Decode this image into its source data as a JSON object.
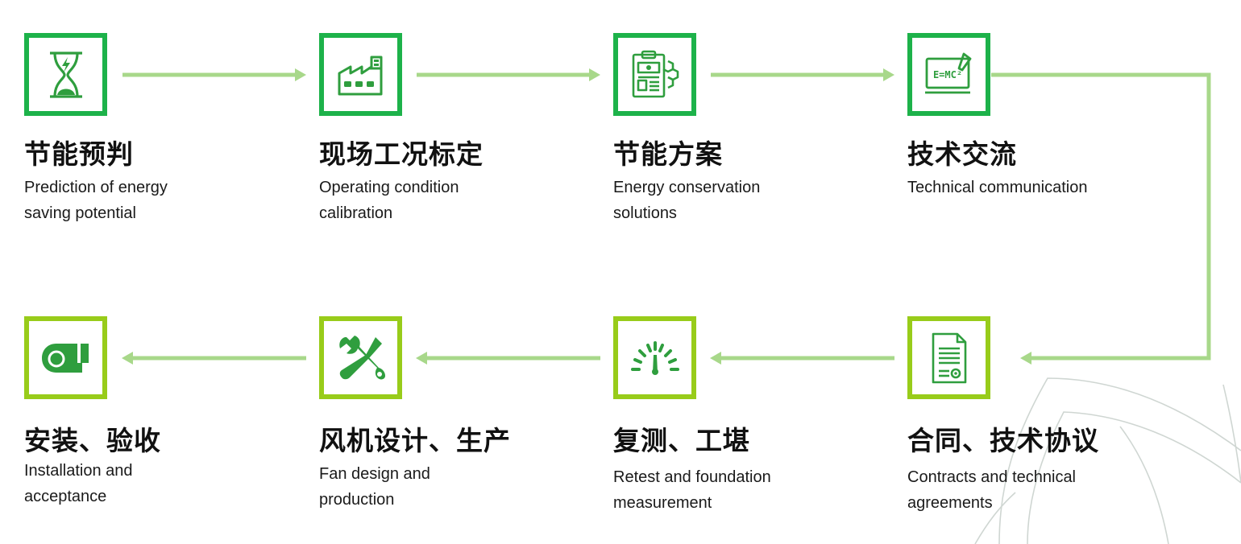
{
  "colors": {
    "green": "#1db24a",
    "lime": "#98cc1a",
    "connector": "#a8d88a",
    "icon": "#2f9e3e",
    "text": "#111111"
  },
  "steps": [
    {
      "title_cn": "节能预判",
      "title_en": "Prediction of energy\nsaving potential",
      "icon": "hourglass-energy-icon",
      "border": "green"
    },
    {
      "title_cn": "现场工况标定",
      "title_en": "Operating  condition\ncalibration",
      "icon": "factory-icon",
      "border": "green"
    },
    {
      "title_cn": "节能方案",
      "title_en": "Energy conservation\nsolutions",
      "icon": "clipboard-plan-icon",
      "border": "green"
    },
    {
      "title_cn": "技术交流",
      "title_en": "Technical communication",
      "icon": "blackboard-formula-icon",
      "formula": "E=MC²",
      "border": "green"
    },
    {
      "title_cn": "合同、技术协议",
      "title_en": "Contracts and technical\nagreements",
      "icon": "contract-document-icon",
      "border": "lime"
    },
    {
      "title_cn": "复测、工堪",
      "title_en": "Retest and foundation\nmeasurement",
      "icon": "gauge-meter-icon",
      "border": "lime"
    },
    {
      "title_cn": "风机设计、生产",
      "title_en": "Fan design and\nproduction",
      "icon": "wrench-screwdriver-icon",
      "border": "lime"
    },
    {
      "title_cn": "安装、验收",
      "title_en": "Installation and\nacceptance",
      "icon": "blower-fan-icon",
      "border": "lime"
    }
  ]
}
